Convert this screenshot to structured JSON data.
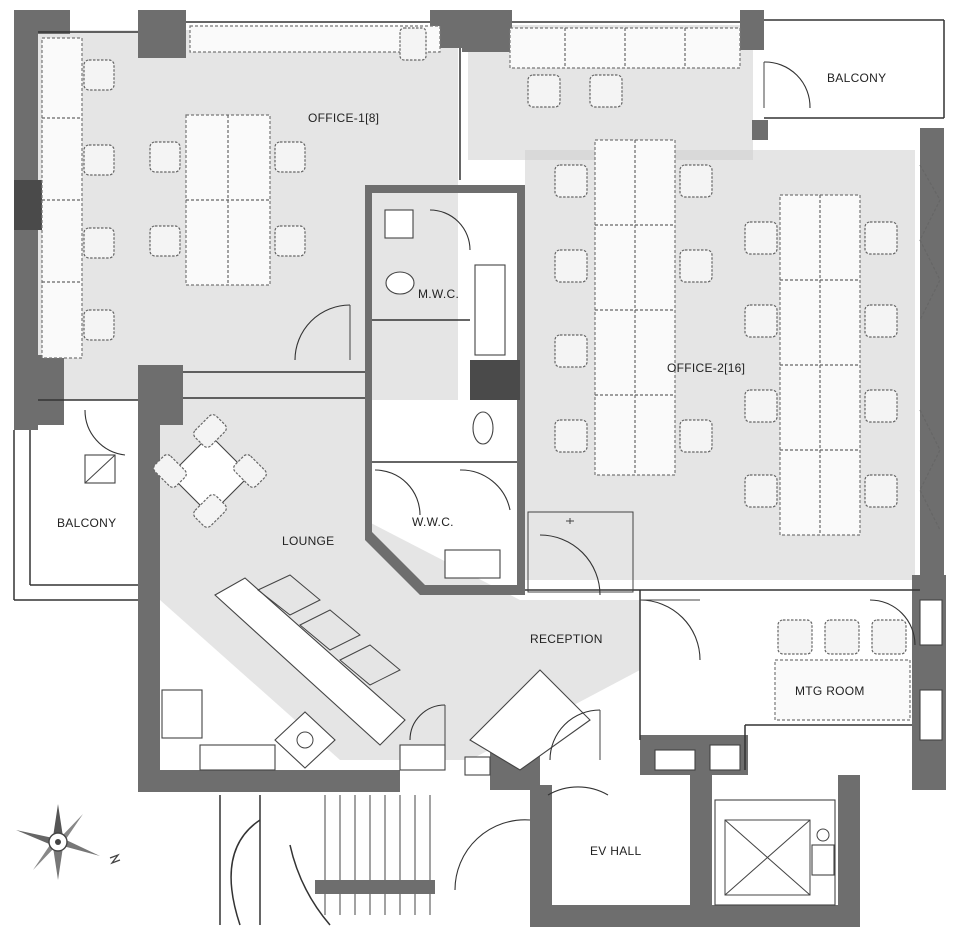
{
  "plan": {
    "rooms": {
      "office1": "OFFICE-1[8]",
      "office2": "OFFICE-2[16]",
      "balcony_top": "BALCONY",
      "balcony_left": "BALCONY",
      "mwc": "M.W.C.",
      "wwc": "W.W.C.",
      "lounge": "LOUNGE",
      "reception": "RECEPTION",
      "mtg_room": "MTG ROOM",
      "ev_hall": "EV HALL"
    },
    "compass_icon": "compass-rose-icon"
  }
}
